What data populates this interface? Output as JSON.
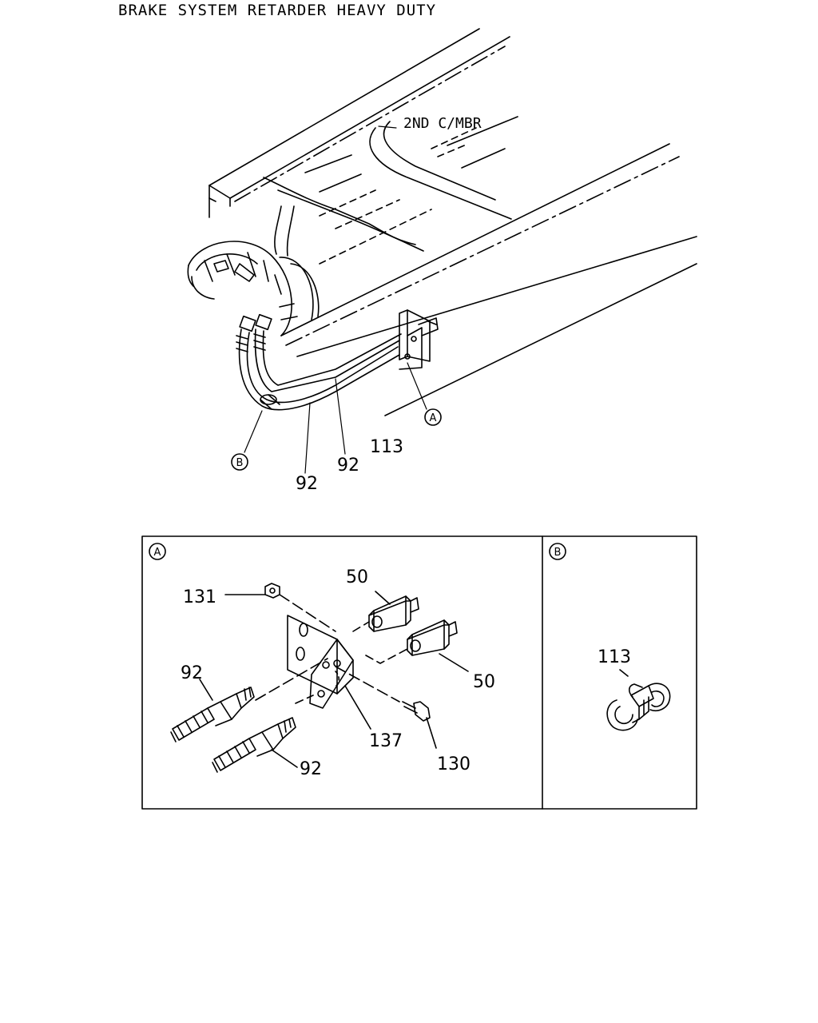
{
  "title": "BRAKE SYSTEM RETARDER HEAVY DUTY",
  "main_view": {
    "member_label": "2ND C/MBR",
    "callouts": {
      "a": "A",
      "b": "B"
    },
    "part_labels": {
      "clip": "113",
      "hose_1": "92",
      "hose_2": "92"
    }
  },
  "detail_a": {
    "tag": "A",
    "labels": {
      "nut": "131",
      "adapter_top": "50",
      "adapter_right": "50",
      "hose_top": "92",
      "hose_bottom": "92",
      "bracket": "137",
      "bolt": "130"
    }
  },
  "detail_b": {
    "tag": "B",
    "labels": {
      "clip": "113"
    }
  }
}
